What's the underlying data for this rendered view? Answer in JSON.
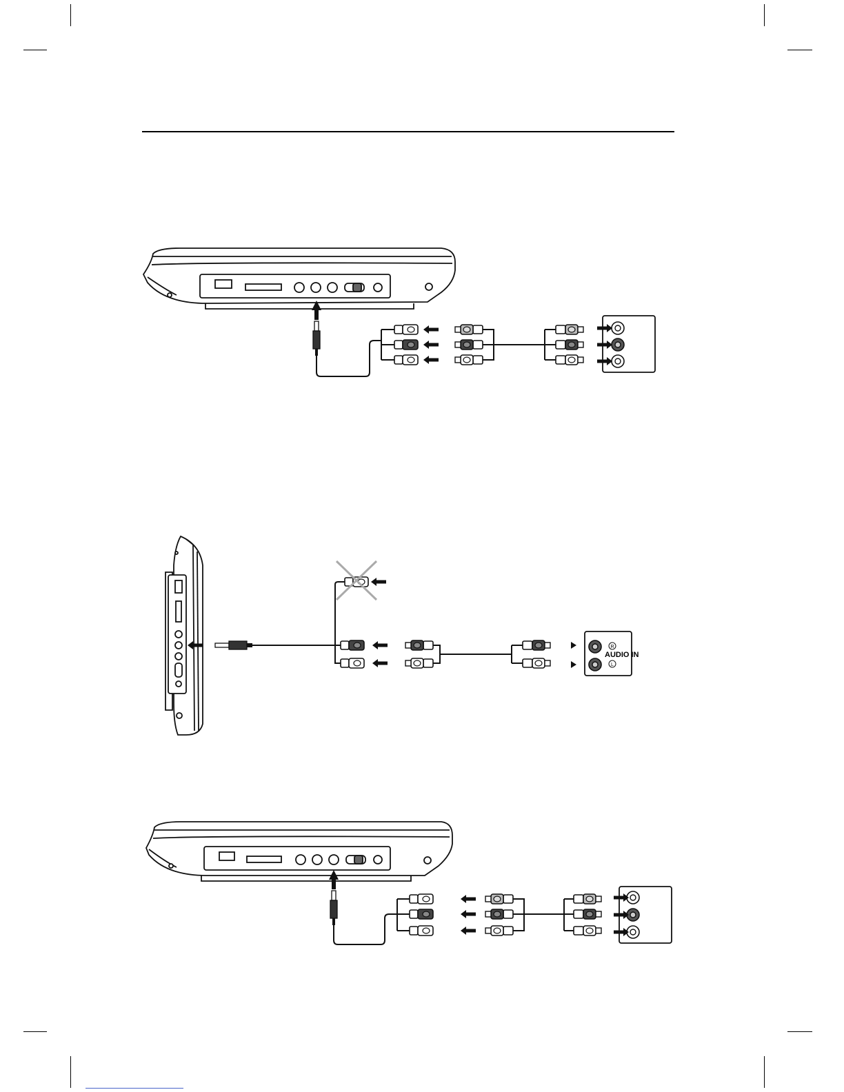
{
  "page": {
    "background": "#ffffff",
    "ink": "#000000",
    "link_color": "#4a64c8"
  },
  "diagrams": {
    "audio_video_top": {
      "player_ports": [
        "usb-port",
        "card-slot",
        "headphone-jack",
        "av-jack",
        "av-jack",
        "mode-switch",
        "dc-in"
      ],
      "connectors": [
        "plug-white",
        "plug-red",
        "plug-yellow"
      ],
      "tv_inputs": [
        "white",
        "red",
        "yellow"
      ]
    },
    "audio_side": {
      "audio_in_label": "AUDIO IN",
      "right_marker": "R",
      "left_marker": "L"
    },
    "audio_video_bottom": {
      "connectors": [
        "plug-white",
        "plug-red",
        "plug-yellow"
      ],
      "tv_inputs": [
        "white",
        "red",
        "yellow"
      ]
    }
  },
  "colors": {
    "plug_dark": "#222222",
    "plug_mid": "#777777",
    "plug_light": "#ffffff",
    "device_fill": "#ffffff",
    "stroke": "#1a1a1a"
  }
}
